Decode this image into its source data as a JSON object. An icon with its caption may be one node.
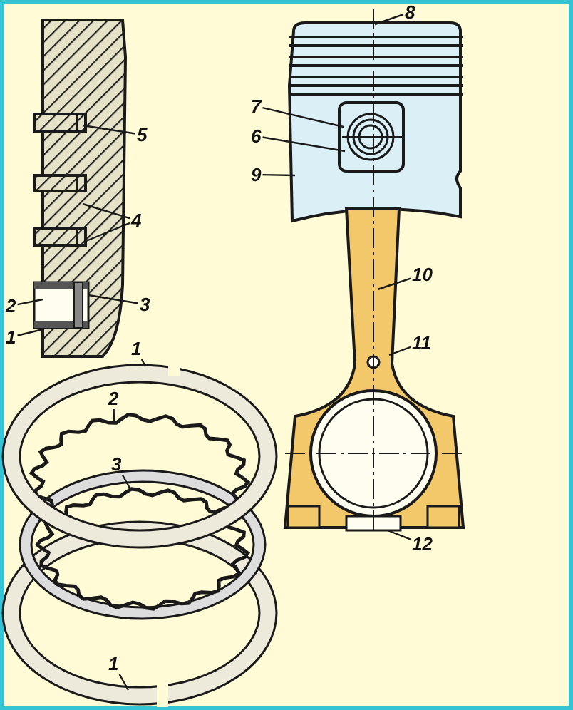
{
  "diagram": {
    "nodes": [
      {
        "text": [
          "5"
        ]
      },
      {
        "text": [
          "4"
        ]
      },
      {
        "text": [
          "3"
        ]
      },
      {
        "text": [
          "2"
        ]
      },
      {
        "text": [
          "1"
        ]
      },
      {
        "text": [
          "1"
        ]
      },
      {
        "text": [
          "2"
        ]
      },
      {
        "text": [
          "3"
        ]
      },
      {
        "text": [
          "1"
        ]
      },
      {
        "text": [
          "8"
        ]
      },
      {
        "text": [
          "7"
        ]
      },
      {
        "text": [
          "6"
        ]
      },
      {
        "text": [
          "9"
        ]
      },
      {
        "text": [
          "10"
        ]
      },
      {
        "text": [
          "11"
        ]
      },
      {
        "text": [
          "12"
        ]
      }
    ],
    "edges": [
      {
        "from": 0,
        "to": null,
        "arrow": "none"
      },
      {
        "from": 1,
        "to": null,
        "arrow": "none"
      },
      {
        "from": 1,
        "to": null,
        "arrow": "none"
      },
      {
        "from": 2,
        "to": null,
        "arrow": "none"
      },
      {
        "from": 3,
        "to": null,
        "arrow": "none"
      },
      {
        "from": 4,
        "to": null,
        "arrow": "none"
      },
      {
        "from": 5,
        "to": null,
        "arrow": "none"
      },
      {
        "from": 6,
        "to": null,
        "arrow": "none"
      },
      {
        "from": 7,
        "to": null,
        "arrow": "none"
      },
      {
        "from": 8,
        "to": null,
        "arrow": "none"
      },
      {
        "from": 9,
        "to": null,
        "arrow": "none"
      },
      {
        "from": 10,
        "to": null,
        "arrow": "none"
      },
      {
        "from": 11,
        "to": null,
        "arrow": "none"
      },
      {
        "from": 12,
        "to": null,
        "arrow": "none"
      },
      {
        "from": 13,
        "to": null,
        "arrow": "none"
      },
      {
        "from": 14,
        "to": null,
        "arrow": "none"
      },
      {
        "from": 15,
        "to": null,
        "arrow": "none"
      }
    ]
  }
}
